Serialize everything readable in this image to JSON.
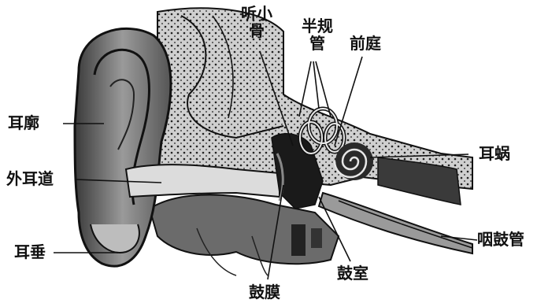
{
  "labels": {
    "tinxiaogu": "听小骨",
    "banguiguan": "半规管",
    "qianting": "前庭",
    "erkuo": "耳廓",
    "waierdao": "外耳道",
    "erchui": "耳垂",
    "erwo": "耳蜗",
    "yangu": "咽鼓管",
    "gushi": "鼓室",
    "gumo": "鼓膜"
  },
  "colors": {
    "ink": "#111111",
    "paper": "#ffffff",
    "mid": "#7a7a7a",
    "light": "#d9d9d9"
  }
}
